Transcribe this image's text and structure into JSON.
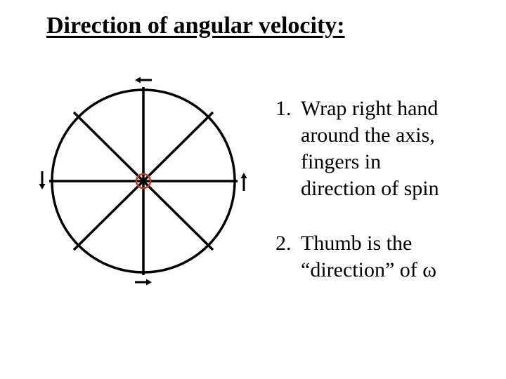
{
  "title": "Direction of angular velocity:",
  "steps": [
    {
      "number": "1.",
      "lines": [
        "Wrap right hand",
        "around the axis,",
        "fingers in",
        "direction of spin"
      ]
    },
    {
      "number": "2.",
      "lines": [
        "Thumb is the",
        "“direction” of ω"
      ]
    }
  ],
  "diagram": {
    "wheel_color": "#000000",
    "axis_marker_color": "#c0392b",
    "spokes": 8,
    "arrows": [
      {
        "name": "top-arrow",
        "direction": "left"
      },
      {
        "name": "bottom-arrow",
        "direction": "right"
      },
      {
        "name": "left-arrow",
        "direction": "down"
      },
      {
        "name": "right-arrow",
        "direction": "up"
      }
    ]
  }
}
